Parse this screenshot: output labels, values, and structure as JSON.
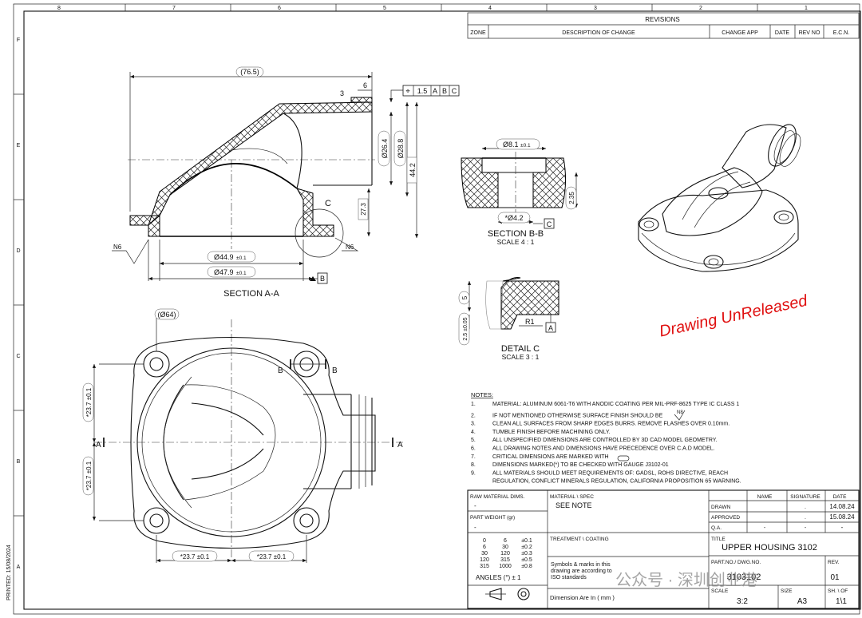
{
  "zones": {
    "columns": [
      "8",
      "7",
      "6",
      "5",
      "4",
      "3",
      "2",
      "1"
    ],
    "rows": [
      "F",
      "E",
      "D",
      "C",
      "B",
      "A"
    ]
  },
  "revisions": {
    "title": "REVISIONS",
    "headers": [
      "ZONE",
      "DESCRIPTION OF CHANGE",
      "CHANGE APP",
      "DATE",
      "REV NO",
      "E.C.N."
    ]
  },
  "section_aa": {
    "title": "SECTION A-A",
    "dim_overall": "(76.5)",
    "dim_3": "3",
    "dim_6": "6",
    "gdt_value": "1.5",
    "gdt_refs": [
      "A",
      "B",
      "C"
    ],
    "dim_d26": "Ø26.4",
    "dim_d28": "Ø28.8",
    "dim_44": "44.2",
    "dim_27": "27.3",
    "dim_d44": "Ø44.9",
    "dim_d44_tol": "±0.1",
    "dim_d47": "Ø47.9",
    "dim_d47_tol": "±0.1",
    "datum_b": "B",
    "label_c": "C",
    "finish_left": "N6",
    "finish_right": "N6"
  },
  "section_bb": {
    "title": "SECTION B-B",
    "scale": "SCALE 4 : 1",
    "dim_top": "Ø8.1",
    "dim_top_tol": "±0.1",
    "dim_bottom": "*Ø4.2",
    "dim_side": "2.35",
    "datum": "C"
  },
  "detail_c": {
    "title": "DETAIL C",
    "scale": "SCALE 3 : 1",
    "dim_5": "5",
    "dim_25": "2.5 ±0.05",
    "radius": "R1",
    "datum": "A"
  },
  "plan_view": {
    "dim_d64": "(Ø64)",
    "dim_v1": "*23.7 ±0.1",
    "dim_v2": "*23.7 ±0.1",
    "dim_h1": "*23.7 ±0.1",
    "dim_h2": "*23.7 ±0.1",
    "label_b1": "B",
    "label_b2": "B",
    "label_a1": "A",
    "label_a2": "A"
  },
  "stamp": "Drawing UnReleased",
  "notes": {
    "heading": "NOTES:",
    "items": [
      {
        "n": "1.",
        "text": "MATERIAL: ALUMINUM 6061-T6 WITH ANODIC COATING PER MIL-PRF-8625 TYPE IC CLASS 1"
      },
      {
        "n": "2.",
        "text": "IF NOT MENTIONED OTHERWISE SURFACE FINISH SHOULD BE"
      },
      {
        "n": "3.",
        "text": "CLEAN ALL SURFACES FROM SHARP EDGES BURRS. REMOVE FLASHES OVER 0.10mm."
      },
      {
        "n": "4.",
        "text": "TUMBLE FINISH BEFORE MACHINING ONLY."
      },
      {
        "n": "5.",
        "text": "ALL UNSPECIFIED DIMENSIONS  ARE CONTROLLED BY  3D CAD MODEL GEOMETRY."
      },
      {
        "n": "6.",
        "text": "ALL DRAWING NOTES AND DIMENSIONS HAVE PRECEDENCE OVER C.A.D MODEL."
      },
      {
        "n": "7.",
        "text": "CRITICAL DIMENSIONS ARE MARKED WITH"
      },
      {
        "n": "8.",
        "text": "DIMENSIONS MARKED(*) TO BE CHECKED WITH GAUGE J3102-01"
      },
      {
        "n": "9.",
        "text": "ALL MATERIALS  SHOULD MEET REQUIREMENTS OF: GADSL, ROHS DIRECTIVE, REACH"
      },
      {
        "n": "",
        "text": "REGULATION, CONFLICT MINERALS REGULATION, CALIFORNIA PROPOSITION 65 WARNING."
      }
    ],
    "finish_symbol": "N8"
  },
  "title_block": {
    "raw_material_label": "RAW MATERIAL DIMS.",
    "raw_material_value": "-",
    "part_weight_label": "PART WEIGHT (gr)",
    "part_weight_value": "-",
    "material_spec_label": "MATERIAL \\ SPEC",
    "material_spec_value": "SEE NOTE",
    "treatment_label": "TREATMENT  \\  COATING",
    "sign_headers": [
      "NAME",
      "SIGNATURE",
      "DATE"
    ],
    "rows": [
      {
        "label": "DRAWN",
        "name": "",
        "sign": ".",
        "date": "14.08.24"
      },
      {
        "label": "APPROVED",
        "name": "",
        "sign": ".",
        "date": "15.08.24"
      },
      {
        "label": "Q.A.",
        "name": "-",
        "sign": "-",
        "date": "-"
      }
    ],
    "title_label": "TITLE",
    "title_value": "UPPER HOUSING 3102",
    "partno_label": "PART.NO./ DWG.NO.",
    "partno_value": "3103102",
    "rev_label": "REV.",
    "rev_value": "01",
    "scale_label": "SCALE",
    "scale_value": "3:2",
    "size_label": "SIZE",
    "size_value": "A3",
    "sheet_label": "SH. \\ OF",
    "sheet_value": "1\\1",
    "tolerance_table": [
      [
        "0",
        "6",
        "±0.1"
      ],
      [
        "6",
        "30",
        "±0.2"
      ],
      [
        "30",
        "120",
        "±0.3"
      ],
      [
        "120",
        "315",
        "±0.5"
      ],
      [
        "315",
        "1000",
        "±0.8"
      ]
    ],
    "angles": "ANGLES (°)  ± 1",
    "iso_note": [
      "Symbols & marks in this",
      "drawing are according to",
      "ISO standards"
    ],
    "units": "Dimension Are In ( mm )",
    "watermark": "公众号 · 深圳创业港"
  },
  "printed": "PRINTED: 15/08/2024"
}
